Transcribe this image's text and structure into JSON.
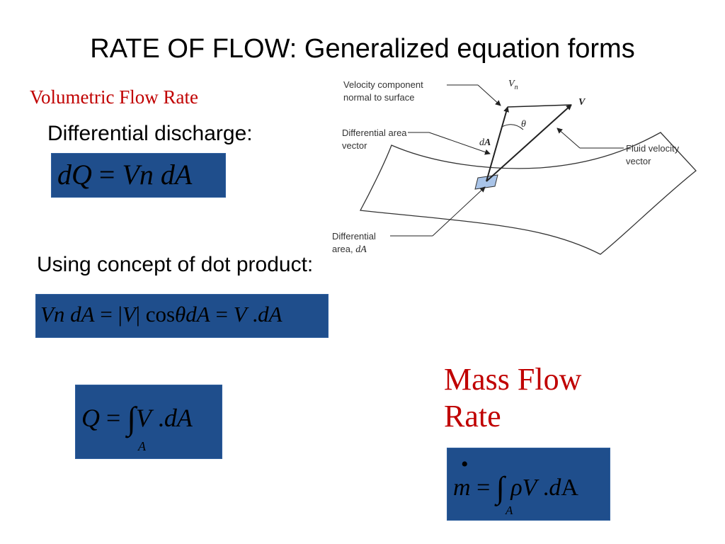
{
  "slide": {
    "title": "RATE OF FLOW:  Generalized equation forms",
    "subtitle": "Volumetric Flow Rate",
    "differential_label": "Differential discharge:",
    "dot_product_label": "Using concept of dot product:",
    "mass_flow_line1": "Mass Flow",
    "mass_flow_line2": "Rate"
  },
  "equations": {
    "differential_discharge": "dQ = Vn dA",
    "dot_product": "Vn dA = |V| cosθ dA = V.dA",
    "volumetric_integral": "Q = ∫_A V.dA",
    "mass_flow": "ṁ = ∫_A ρV.dA"
  },
  "diagram": {
    "label_velocity_normal_1": "Velocity component",
    "label_velocity_normal_2": "normal to surface",
    "label_diff_area_vector_1": "Differential area",
    "label_diff_area_vector_2": "vector",
    "label_fluid_velocity_1": "Fluid velocity",
    "label_fluid_velocity_2": "vector",
    "label_diff_area_1": "Differential",
    "label_diff_area_2_prefix": "area, ",
    "label_diff_area_2_symbol": "dA",
    "symbol_vn": "V",
    "symbol_vn_sub": "n",
    "symbol_v": "V",
    "symbol_theta": "θ",
    "symbol_da_d": "d",
    "symbol_da_a": "A"
  },
  "colors": {
    "equation_box": "#1f4e8c",
    "accent_red": "#c00000",
    "patch": "#a9c4e8"
  }
}
